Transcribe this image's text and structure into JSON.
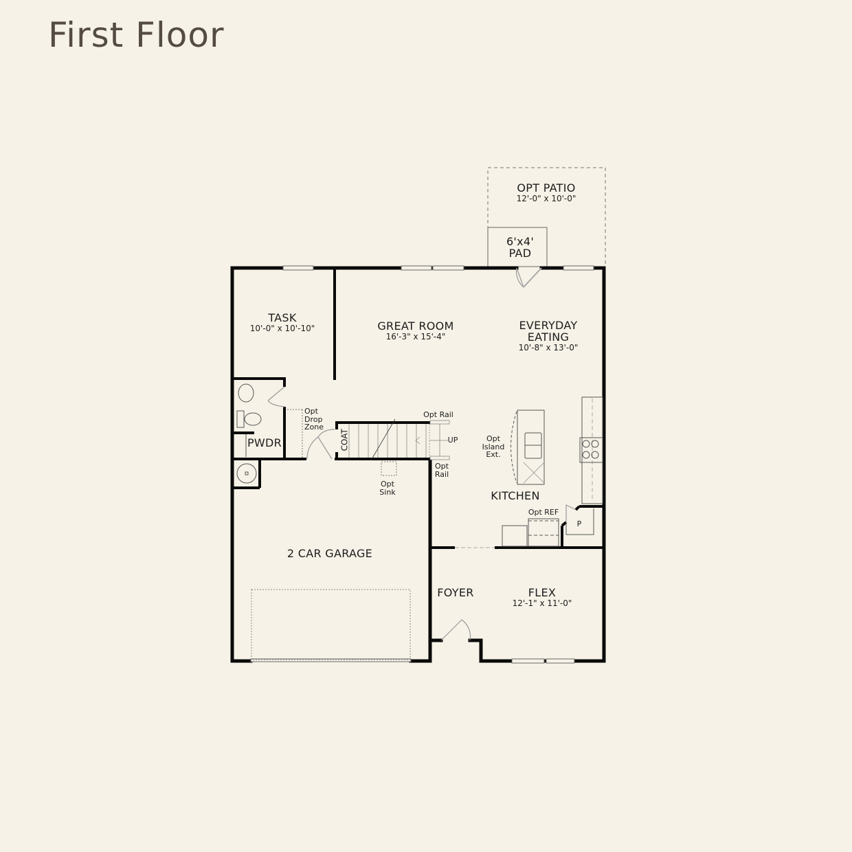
{
  "title": "First Floor",
  "colors": {
    "background": "#f6f2e7",
    "title": "#544c42",
    "wall": "#0a0a0a",
    "fixture": "#5a5a5a"
  },
  "rooms": {
    "opt_patio": {
      "name": "OPT PATIO",
      "dims": "12'-0\" x 10'-0\""
    },
    "pad": {
      "line1": "6'x4'",
      "line2": "PAD"
    },
    "task": {
      "name": "TASK",
      "dims": "10'-0\" x 10'-10\""
    },
    "great_room": {
      "name": "GREAT ROOM",
      "dims": "16'-3\" x 15'-4\""
    },
    "everyday_eating": {
      "line1": "EVERYDAY",
      "line2": "EATING",
      "dims": "10'-8\" x 13'-0\""
    },
    "pwdr": {
      "name": "PWDR"
    },
    "kitchen": {
      "name": "KITCHEN"
    },
    "garage": {
      "name": "2 CAR GARAGE"
    },
    "foyer": {
      "name": "FOYER"
    },
    "flex": {
      "name": "FLEX",
      "dims": "12'-1\" x 11'-0\""
    }
  },
  "annotations": {
    "opt_drop_zone": [
      "Opt",
      "Drop",
      "Zone"
    ],
    "coat": "COAT",
    "opt_rail_top": "Opt Rail",
    "opt_rail_bottom": [
      "Opt",
      "Rail"
    ],
    "up": "UP",
    "opt_sink": [
      "Opt",
      "Sink"
    ],
    "opt_island_ext": [
      "Opt",
      "Island",
      "Ext."
    ],
    "opt_ref": "Opt REF",
    "pantry": "P"
  }
}
